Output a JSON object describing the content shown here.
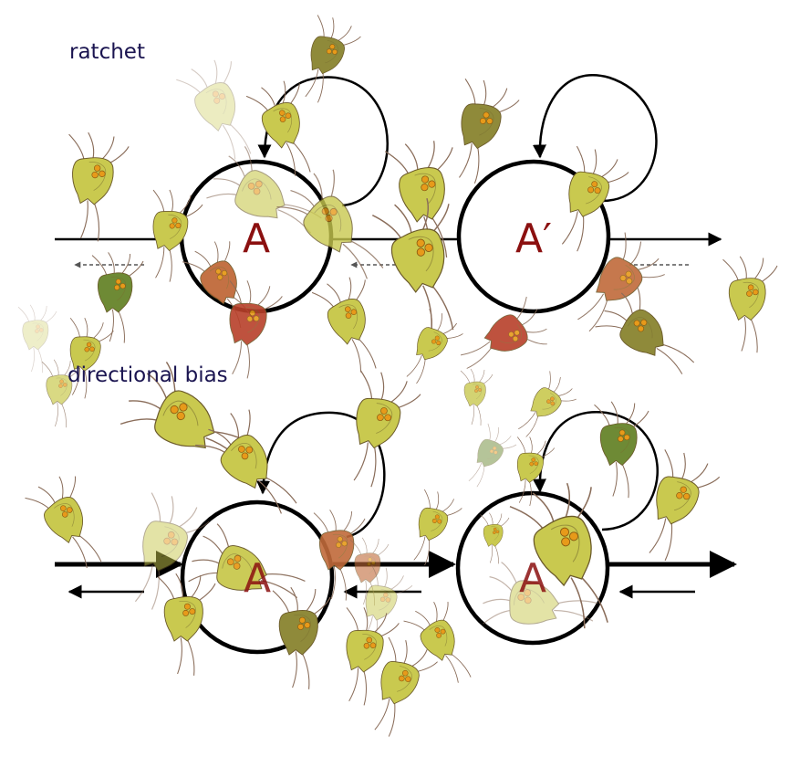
{
  "panels": {
    "ratchet": {
      "label": "ratchet",
      "state_a": "A",
      "state_a_prime": "A′"
    },
    "directional_bias": {
      "label": "directional bias",
      "state_a_left": "A",
      "state_a_right": "A"
    }
  },
  "colors": {
    "label_text": "#1a1450",
    "state_text": "#8b1010",
    "circle_stroke": "#000000",
    "organism_yellow": "#c9c94f",
    "organism_olive": "#8f8a3a",
    "organism_green": "#6e8a35",
    "organism_orange": "#c06a3a",
    "organism_red": "#b8402a",
    "eye_orange": "#e79a1a",
    "flagella": "#8a6d5a"
  }
}
